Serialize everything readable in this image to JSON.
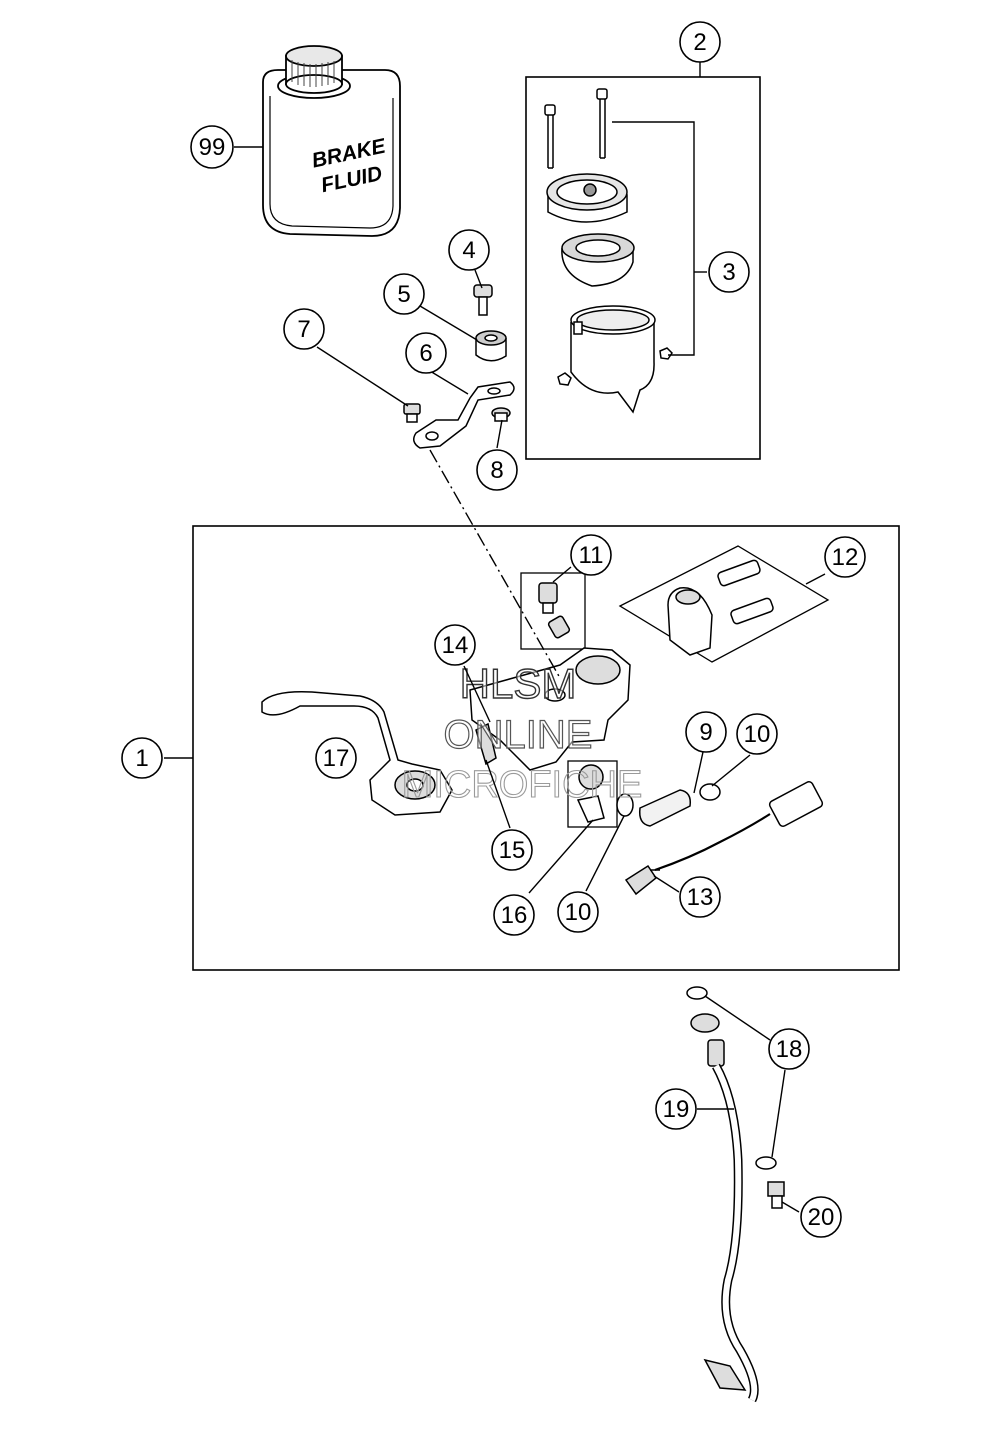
{
  "can": {
    "line1": "BRAKE",
    "line2": "FLUID"
  },
  "watermark": {
    "line1": "HLSM",
    "line2": "ONLINE",
    "line3": "MICROFICHE"
  },
  "callouts": {
    "c1": "1",
    "c2": "2",
    "c3": "3",
    "c4": "4",
    "c5": "5",
    "c6": "6",
    "c7": "7",
    "c8": "8",
    "c9": "9",
    "c10a": "10",
    "c10b": "10",
    "c11": "11",
    "c12": "12",
    "c13": "13",
    "c14": "14",
    "c15": "15",
    "c16": "16",
    "c17": "17",
    "c18": "18",
    "c19": "19",
    "c20": "20",
    "c99": "99"
  }
}
